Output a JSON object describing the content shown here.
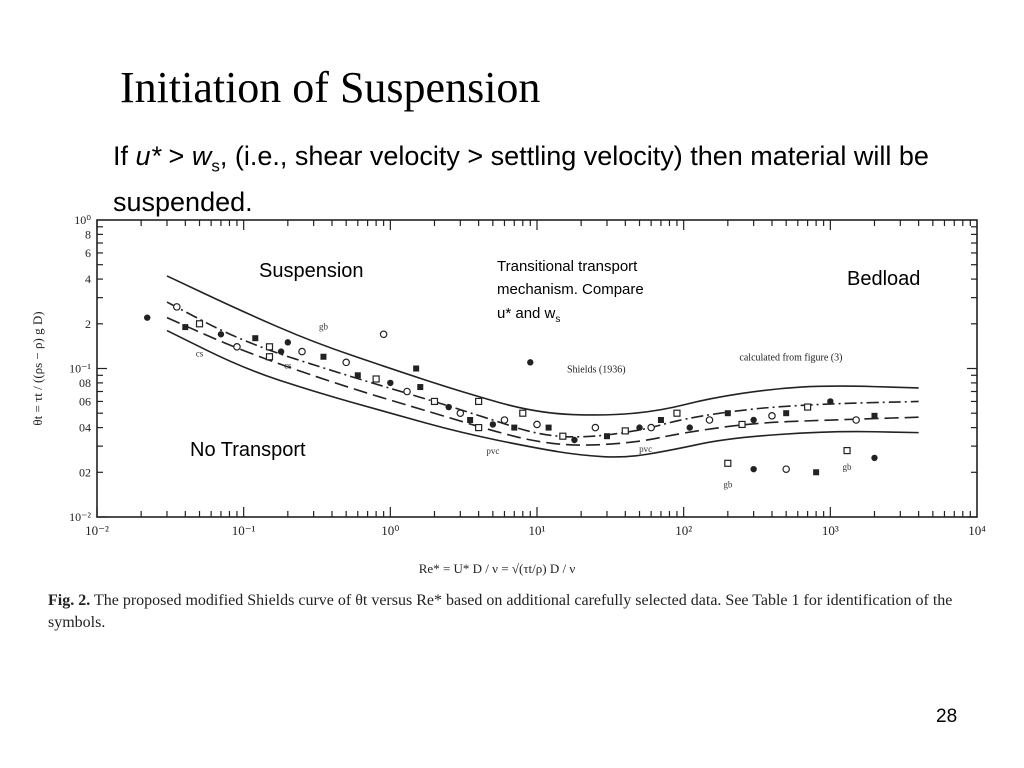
{
  "slide": {
    "title": "Initiation of Suspension",
    "body_prefix": "If ",
    "body_var1": "u*",
    "body_op": " > ",
    "body_var2": "w",
    "body_var2_sub": "s",
    "body_suffix": ", (i.e., shear velocity > settling velocity) then material will be suspended.",
    "page_number": "28"
  },
  "overlays": {
    "suspension": "Suspension",
    "transitional_line1": "Transitional transport",
    "transitional_line2": "mechanism.  Compare",
    "transitional_line3": "u* and w",
    "transitional_sub": "s",
    "bedload": "Bedload",
    "no_transport": "No Transport"
  },
  "caption": {
    "figno": "Fig. 2.",
    "text": "The proposed modified Shields curve of θt versus Re* based on additional carefully selected data. See Table 1 for identification of the symbols."
  },
  "chart_data": {
    "type": "scatter",
    "xscale": "log",
    "yscale": "log",
    "xlim": [
      0.01,
      10000
    ],
    "ylim": [
      0.01,
      1.0
    ],
    "xlabel": "Re* = U* D / ν = √(τt/ρ) D / ν",
    "ylabel": "θt = τt / ((ρs − ρ) g D)",
    "x_tick_labels": [
      "10⁻²",
      "10⁻¹",
      "10⁰",
      "10¹",
      "10²",
      "10³",
      "10⁴"
    ],
    "x_tick_values": [
      0.01,
      0.1,
      1,
      10,
      100,
      1000,
      10000
    ],
    "y_tick_labels": [
      "10⁻²",
      "02",
      "04",
      "06",
      "08",
      "10⁻¹",
      "2",
      "4",
      "6",
      "8",
      "10⁰"
    ],
    "y_tick_values": [
      0.01,
      0.02,
      0.04,
      0.06,
      0.08,
      0.1,
      0.2,
      0.4,
      0.6,
      0.8,
      1.0
    ],
    "curve_annotations": [
      {
        "text": "Shields (1936)",
        "x": 16,
        "y": 0.1
      },
      {
        "text": "calculated  from  figure (3)",
        "x": 240,
        "y": 0.12
      }
    ],
    "series": [
      {
        "name": "Shields (1936)",
        "style": "dashdot",
        "points": [
          [
            0.03,
            0.28
          ],
          [
            0.1,
            0.15
          ],
          [
            0.5,
            0.09
          ],
          [
            2,
            0.06
          ],
          [
            5,
            0.045
          ],
          [
            10,
            0.036
          ],
          [
            20,
            0.034
          ],
          [
            50,
            0.038
          ],
          [
            100,
            0.046
          ],
          [
            300,
            0.054
          ],
          [
            1000,
            0.058
          ],
          [
            4000,
            0.06
          ]
        ]
      },
      {
        "name": "calculated from figure (3)",
        "style": "dashed",
        "points": [
          [
            0.03,
            0.22
          ],
          [
            0.1,
            0.13
          ],
          [
            0.5,
            0.075
          ],
          [
            2,
            0.05
          ],
          [
            5,
            0.038
          ],
          [
            10,
            0.032
          ],
          [
            20,
            0.03
          ],
          [
            50,
            0.032
          ],
          [
            100,
            0.037
          ],
          [
            300,
            0.043
          ],
          [
            1000,
            0.045
          ],
          [
            4000,
            0.047
          ]
        ]
      },
      {
        "name": "Upper envelope",
        "style": "solid",
        "points": [
          [
            0.03,
            0.42
          ],
          [
            0.1,
            0.24
          ],
          [
            0.3,
            0.15
          ],
          [
            1,
            0.1
          ],
          [
            3,
            0.07
          ],
          [
            10,
            0.05
          ],
          [
            30,
            0.048
          ],
          [
            70,
            0.052
          ],
          [
            150,
            0.063
          ],
          [
            400,
            0.073
          ],
          [
            1000,
            0.077
          ],
          [
            4000,
            0.074
          ]
        ]
      },
      {
        "name": "Lower envelope",
        "style": "solid",
        "points": [
          [
            0.03,
            0.18
          ],
          [
            0.1,
            0.1
          ],
          [
            0.3,
            0.07
          ],
          [
            1,
            0.05
          ],
          [
            3,
            0.037
          ],
          [
            10,
            0.029
          ],
          [
            20,
            0.026
          ],
          [
            40,
            0.025
          ],
          [
            80,
            0.028
          ],
          [
            200,
            0.034
          ],
          [
            1000,
            0.038
          ],
          [
            4000,
            0.037
          ]
        ]
      },
      {
        "name": "Data",
        "style": "markers",
        "points": [
          [
            0.022,
            0.22
          ],
          [
            0.035,
            0.26
          ],
          [
            0.04,
            0.19
          ],
          [
            0.05,
            0.2
          ],
          [
            0.07,
            0.17
          ],
          [
            0.09,
            0.14
          ],
          [
            0.12,
            0.16
          ],
          [
            0.15,
            0.14
          ],
          [
            0.2,
            0.15
          ],
          [
            0.25,
            0.13
          ],
          [
            0.35,
            0.12
          ],
          [
            0.15,
            0.12
          ],
          [
            0.18,
            0.13
          ],
          [
            0.5,
            0.11
          ],
          [
            0.6,
            0.09
          ],
          [
            0.8,
            0.085
          ],
          [
            1.0,
            0.08
          ],
          [
            1.3,
            0.07
          ],
          [
            1.6,
            0.075
          ],
          [
            2.0,
            0.06
          ],
          [
            2.5,
            0.055
          ],
          [
            3.0,
            0.05
          ],
          [
            3.5,
            0.045
          ],
          [
            4,
            0.04
          ],
          [
            5,
            0.042
          ],
          [
            6,
            0.045
          ],
          [
            7,
            0.04
          ],
          [
            8,
            0.05
          ],
          [
            9,
            0.11
          ],
          [
            10,
            0.042
          ],
          [
            12,
            0.04
          ],
          [
            15,
            0.035
          ],
          [
            18,
            0.033
          ],
          [
            25,
            0.04
          ],
          [
            30,
            0.035
          ],
          [
            40,
            0.038
          ],
          [
            50,
            0.04
          ],
          [
            60,
            0.04
          ],
          [
            70,
            0.045
          ],
          [
            90,
            0.05
          ],
          [
            110,
            0.04
          ],
          [
            150,
            0.045
          ],
          [
            200,
            0.05
          ],
          [
            250,
            0.042
          ],
          [
            300,
            0.045
          ],
          [
            400,
            0.048
          ],
          [
            500,
            0.05
          ],
          [
            700,
            0.055
          ],
          [
            1000,
            0.06
          ],
          [
            1500,
            0.045
          ],
          [
            2000,
            0.048
          ],
          [
            200,
            0.023
          ],
          [
            300,
            0.021
          ],
          [
            500,
            0.021
          ],
          [
            800,
            0.02
          ],
          [
            1300,
            0.028
          ],
          [
            2000,
            0.025
          ],
          [
            0.9,
            0.17
          ],
          [
            1.5,
            0.1
          ],
          [
            4,
            0.06
          ]
        ]
      }
    ],
    "symbol_labels": [
      {
        "text": "gb",
        "x": 0.35,
        "y": 0.22
      },
      {
        "text": "cs",
        "x": 0.05,
        "y": 0.145
      },
      {
        "text": "cs",
        "x": 0.2,
        "y": 0.12
      },
      {
        "text": "gb",
        "x": 200,
        "y": 0.019
      },
      {
        "text": "gb",
        "x": 1300,
        "y": 0.025
      },
      {
        "text": "pvc",
        "x": 5,
        "y": 0.032
      },
      {
        "text": "pvc",
        "x": 55,
        "y": 0.033
      }
    ]
  }
}
